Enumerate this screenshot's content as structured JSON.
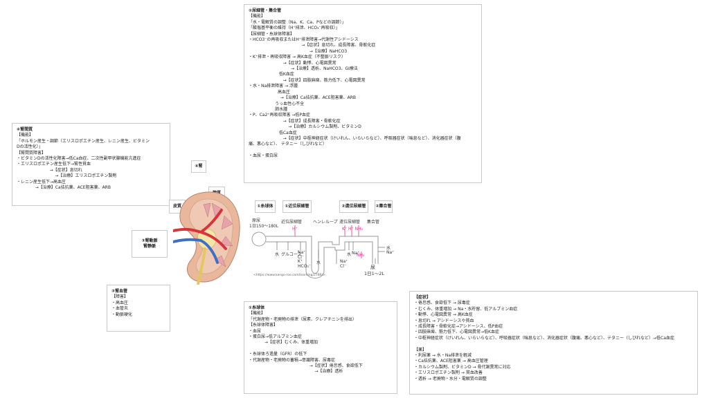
{
  "boxes": {
    "tubule": {
      "lines": [
        "②尿細管・集合管",
        "【機能】",
        "「水・電解質の調整（Na、K、Ca、Pなどの調節）」",
        "「酸塩基平衡の維持（H⁺排泄、HCO₃⁻再吸収）」",
        "【尿細管・糸球体障害】",
        "・HCO3⁻の再吸収またはH⁺排泄障害→代謝性アシドーシス",
        "                                        →【症状】息切れ、成長障害、骨軟化症",
        "                                              →【治療】NaHCO3",
        "・K⁺排泄・再吸収障害 → 高K血症（不整脈リスク）",
        "                          →【症状】動悸、心電図異常",
        "                                →【治療】透析、NaHCO3、GI療法",
        "                       低K血症",
        "                          →【症状】四肢麻痺、筋力低下、心電図異常",
        "・水・Na排泄障害 → 浮腫",
        "                      高血圧",
        "                        →【治療】Ca拮抗薬、ACE阻害薬、ARB",
        "                    うっ血性心不全",
        "                    肺水腫",
        "・P、Ca2⁺再吸収障害 →低P血症",
        "                          →【症状】成長障害・骨軟化症",
        "                              →【治療】カルシウム製剤、ビタミンD",
        "                       低Ca血症",
        "                          →【症状】中枢神経症状（けいれん、いらいらなど）、呼吸器症状（喘息など）、消化器症状（腹",
        "痛、悪心など）、 テタニー（しびれなど）",
        "",
        "・血尿・蛋白尿"
      ]
    },
    "interstitium": {
      "lines": [
        "④腎間質",
        "【機能】",
        "「ホルモン産生・調節（エリスロポエチン産生、レニン産生、ビタミン",
        "Dの活性化）」",
        "【腎間質障害】",
        "・ビタミンDの活性化障害→低Ca血症、二次性副甲状腺機能亢進症",
        "・エリスロポエチン産生低下→腎性貧血",
        "                         →【症状】息切れ",
        "                             →【治療】エリスロポエチン製剤",
        "・レニン産生低下→高血圧",
        "              →【治療】Ca拮抗薬、ACE阻害薬、ARB"
      ]
    },
    "vessels": {
      "lines": [
        "③腎血管",
        "【障害】",
        "・高血圧",
        "・血管炎",
        "・動脈硬化"
      ]
    },
    "glomerulus": {
      "lines": [
        "①糸球体",
        "【機能】",
        "「代謝産物・老廃物の排泄（尿素、クレアチニンを排出）",
        "【糸球体障害】",
        "・血尿",
        "・蛋白尿→低アルブミン血症",
        "            →【症状】むくみ、体重増加",
        "",
        "・糸球体ろ過量（GFR）の低下",
        "・代謝産物・老廃物の蓄積→意識障害、尿毒症",
        "                                              →【症状】倦怠感、食欲低下",
        "                                                  →【治療】透析"
      ]
    },
    "summary": {
      "lines": [
        "【症状】",
        "・倦怠感、食欲低下 → 尿毒症",
        "・むくみ、体重増加 → Na・水貯留、低アルブミン血症",
        "・動悸、心電図異常 → 高K血症",
        "・息切れ → アシドーシスや貧血",
        "・成長障害・骨軟化症→アシドーシス、低P血症",
        "・四肢麻痺、筋力低下、心電図異常→低K血症",
        "・中枢神経症状（けいれん、いらいらなど）、呼吸器症状（喘息など）、消化器症状（腹痛、悪心など）、テタニー（しびれなど）→低Ca血症",
        "",
        "【薬】",
        "・利尿薬 → 水・Na排泄を軽減",
        "・Ca拮抗薬、ACE阻害薬 → 高血圧管理",
        "・カルシウム製剤、ビタミンD → 骨代謝異常に対応",
        "・エリスロポエチン製剤 → 貧血改善",
        "・透析 → 老廃物・水分・電解質の調整"
      ]
    }
  },
  "tags": {
    "kidney": "④腎",
    "cortex": "皮質",
    "medulla": "髄質",
    "renal_vessels": "③腎動脈\n腎静脈",
    "glomerulus": "①糸球体",
    "proximal": "①近位尿細管",
    "distal": "②遠位尿細管",
    "collecting": "②集合管"
  },
  "nephron": {
    "primary_urine": "原尿",
    "primary_volume": "1日150〜180L",
    "proximal": "近位尿細管",
    "henle": "ヘンレループ",
    "distal": "遠位尿細管",
    "collecting": "集合管",
    "h_plus": "H⁺",
    "k_h_nh3": "K⁺ H⁺ NH₃",
    "nh3": "NH₃",
    "water1": "水",
    "glucose": "グルコース",
    "ions1": "Na⁺\nCl⁻\nK⁺\nHCO₃⁻",
    "water2": "水",
    "water3": "水",
    "na_cl": "Na⁺\nCl⁻",
    "water4": "水",
    "na2": "Na⁺",
    "water_out": "水",
    "na_out": "Na⁺",
    "urine": "尿",
    "urine_volume": "1日1〜2L",
    "source": "<https://www.kango-roo.com/learning/2786/>"
  },
  "colors": {
    "pink": "#d9328a",
    "artery": "#d7333a",
    "vein": "#3d6fc4",
    "cortex": "#e9b89c",
    "medulla": "#f0c9b4"
  }
}
